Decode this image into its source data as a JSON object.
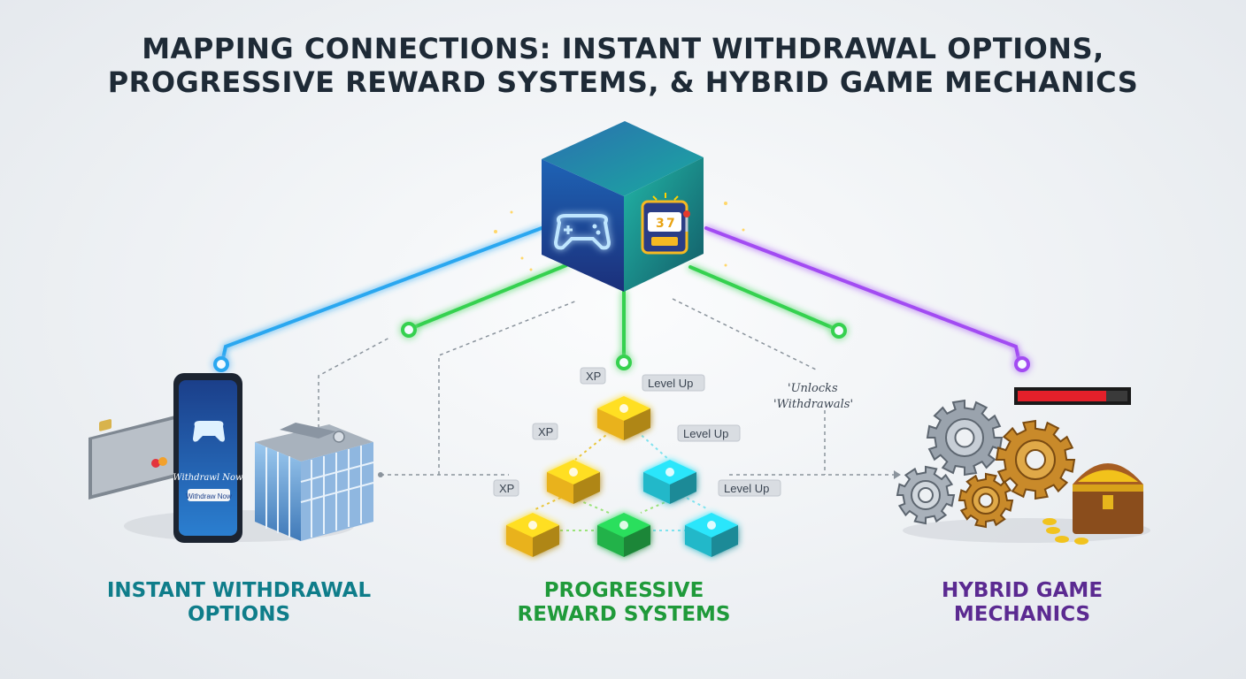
{
  "title": {
    "line1": "MAPPING CONNECTIONS: INSTANT WITHDRAWAL OPTIONS,",
    "line2": "PROGRESSIVE REWARD SYSTEMS, & HYBRID GAME MECHANICS"
  },
  "hub": {
    "left_face_icon": "gamepad-icon",
    "right_face_icon": "slot-machine-icon"
  },
  "sections": {
    "withdrawal": {
      "label_line1": "INSTANT WITHDRAWAL",
      "label_line2": "OPTIONS",
      "color": "#0f7d8a",
      "phone_title": "Withdrawl Now",
      "phone_button": "Withdraw Now"
    },
    "rewards": {
      "label_line1": "PROGRESSIVE",
      "label_line2": "REWARD SYSTEMS",
      "color": "#1f9a3a",
      "tags": [
        "XP",
        "Level Up",
        "XP",
        "Level Up",
        "XP",
        "Level Up"
      ]
    },
    "hybrid": {
      "label_line1": "HYBRID GAME",
      "label_line2": "MECHANICS",
      "color": "#5b2a91"
    }
  },
  "annotation": {
    "line1": "'Unlocks",
    "line2": "'Withdrawals'"
  },
  "colors": {
    "blue_line": "#29a7f0",
    "green_line": "#35d14f",
    "purple_line": "#a24cf2",
    "gold": "#e9b21b",
    "teal": "#23b8c9",
    "emerald": "#22b24a"
  }
}
